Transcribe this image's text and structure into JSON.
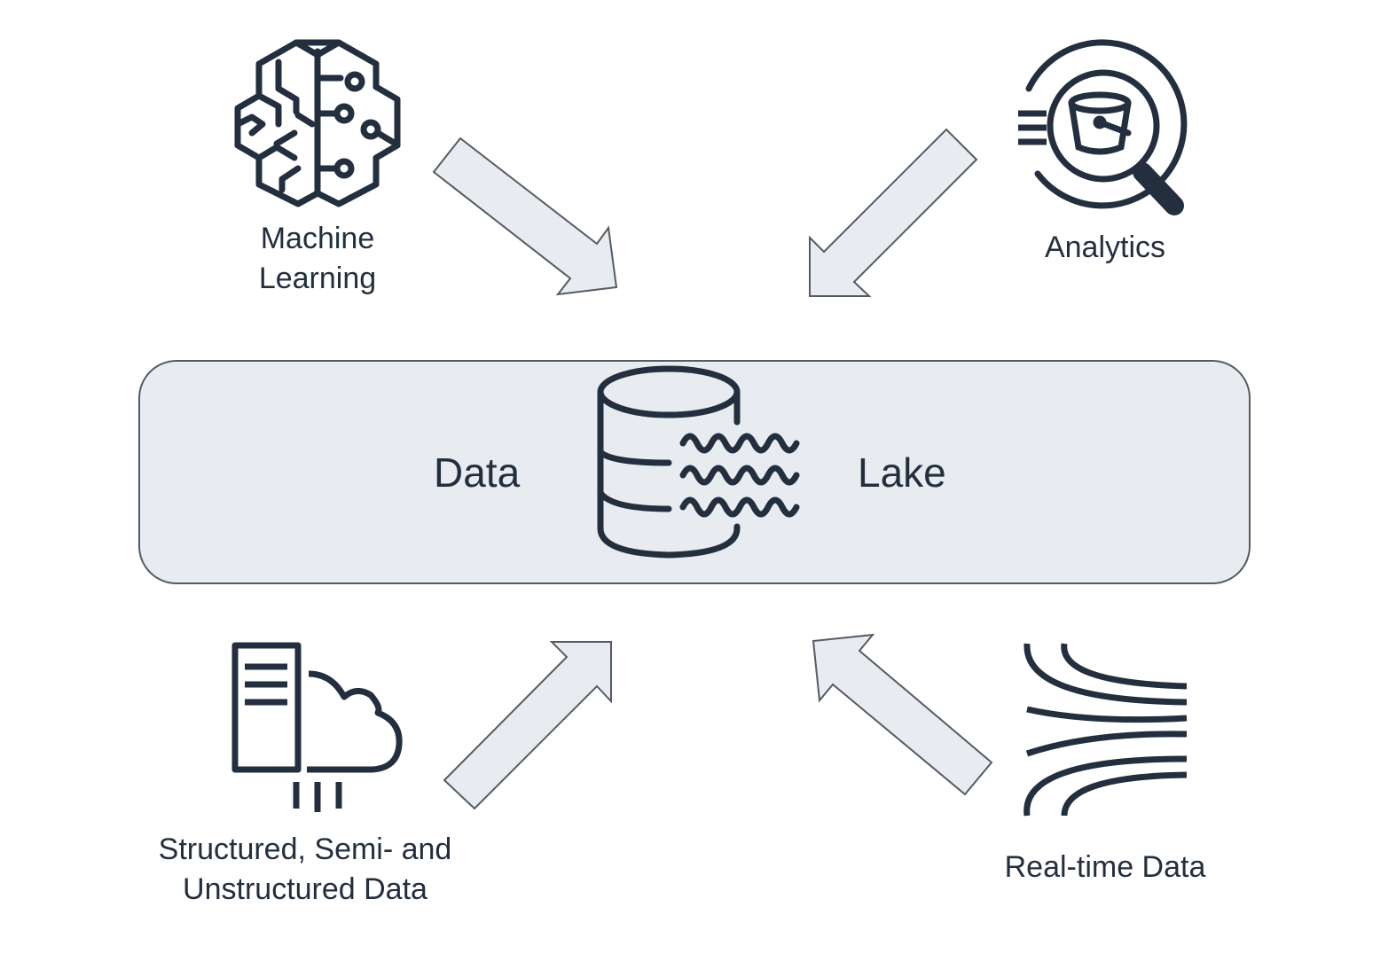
{
  "nodes": {
    "machine_learning": {
      "label_line1": "Machine",
      "label_line2": "Learning",
      "icon": "brain-circuit-icon"
    },
    "analytics": {
      "label": "Analytics",
      "icon": "bucket-magnifier-icon"
    },
    "sources": {
      "label_line1": "Structured, Semi- and",
      "label_line2": "Unstructured Data",
      "icon": "server-cloud-icon"
    },
    "realtime": {
      "label": "Real-time Data",
      "icon": "data-stream-icon"
    }
  },
  "data_lake": {
    "word_left": "Data",
    "word_right": "Lake",
    "icon": "database-waves-icon"
  },
  "colors": {
    "ink": "#232f3e",
    "fill_light": "#e8ecf0",
    "stroke_grey": "#545b64"
  }
}
